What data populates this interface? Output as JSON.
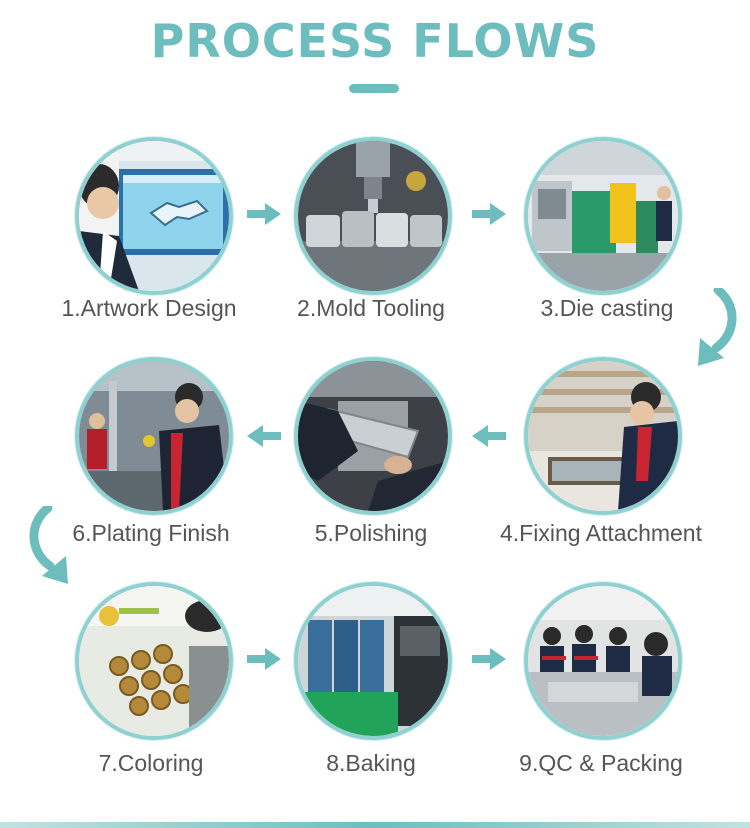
{
  "title": "PROCESS FLOWS",
  "colors": {
    "accent": "#6dbdbf",
    "ring": "#8fd0d0",
    "label": "#555555"
  },
  "steps": [
    {
      "label": "1.Artwork Design"
    },
    {
      "label": "2.Mold Tooling"
    },
    {
      "label": "3.Die casting"
    },
    {
      "label": "4.Fixing Attachment"
    },
    {
      "label": "5.Polishing"
    },
    {
      "label": "6.Plating Finish"
    },
    {
      "label": "7.Coloring"
    },
    {
      "label": "8.Baking"
    },
    {
      "label": "9.QC & Packing"
    }
  ]
}
